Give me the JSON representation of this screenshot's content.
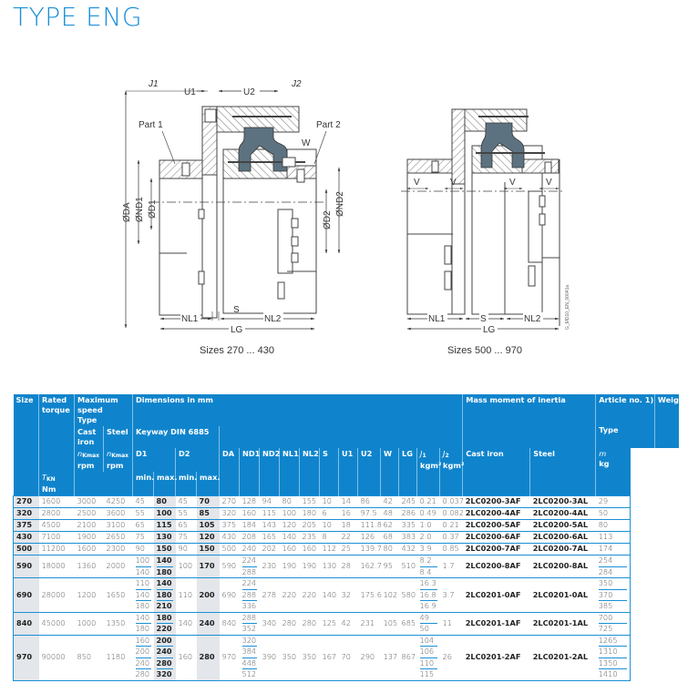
{
  "page": {
    "title": "TYPE ENG"
  },
  "drawing": {
    "left": {
      "caption": "Sizes 270 ... 430",
      "labels": {
        "j1": "J1",
        "j2": "J2",
        "u1": "U1",
        "u2": "U2",
        "w": "W",
        "part1": "Part 1",
        "part2": "Part 2",
        "da": "ØDA",
        "nd1": "ØND1",
        "d1": "ØD1",
        "d2": "ØD2",
        "nd2": "ØND2",
        "s": "S",
        "nl1": "NL1",
        "nl2": "NL2",
        "lg": "LG"
      }
    },
    "right": {
      "caption": "Sizes 500 ... 970",
      "labels": {
        "v": "V",
        "nl1": "NL1",
        "s": "S",
        "nl2": "NL2",
        "lg": "LG"
      },
      "drawing_id": "G_MD10_EN_00041a"
    }
  },
  "table": {
    "headers": {
      "size": "Size",
      "rated_torque": "Rated torque",
      "max_speed": "Maximum speed",
      "type": "Type",
      "cast_iron": "Cast iron",
      "steel": "Steel",
      "dimensions": "Dimensions in mm",
      "keyway": "Keyway DIN 6885",
      "mass_moment": "Mass moment of inertia",
      "article_no": "Article no. 1)",
      "article_type": "Type",
      "weight": "Weight",
      "tkn": "T",
      "tkn_sub": "KN",
      "nm": "Nm",
      "nkmax": "n",
      "nkmax_sub": "Kmax",
      "rpm": "rpm",
      "d1": "D1",
      "d2": "D2",
      "min": "min.",
      "max": "max.",
      "da": "DA",
      "nd1": "ND1",
      "nd2": "ND2",
      "nl1": "NL1",
      "nl2": "NL2",
      "s": "S",
      "u1": "U1",
      "u2": "U2",
      "w": "W",
      "lg": "LG",
      "j1": "J",
      "j1_sub": "1",
      "j2": "J",
      "j2_sub": "2",
      "kgm2": "kgm²",
      "art_cast": "Cast iron",
      "art_steel": "Steel",
      "m": "m",
      "kg": "kg"
    },
    "rows": [
      {
        "size": "270",
        "tkn": "1600",
        "n_cast": "3000",
        "n_steel": "4250",
        "d1min": [
          "45"
        ],
        "d1max": [
          "80"
        ],
        "d2min": "45",
        "d2max": "70",
        "da": "270",
        "nd1": [
          "128"
        ],
        "nd2": "94",
        "nl1": "80",
        "nl2": "155",
        "s": "10",
        "u1": "14",
        "u2": "86",
        "w": "42",
        "lg": "245",
        "j1": [
          "0.21"
        ],
        "j2": "0.037",
        "art_cast": "2LC0200-3AF",
        "art_steel": "2LC0200-3AL",
        "m": [
          "29"
        ]
      },
      {
        "size": "320",
        "tkn": "2800",
        "n_cast": "2500",
        "n_steel": "3600",
        "d1min": [
          "55"
        ],
        "d1max": [
          "100"
        ],
        "d2min": "55",
        "d2max": "85",
        "da": "320",
        "nd1": [
          "160"
        ],
        "nd2": "115",
        "nl1": "100",
        "nl2": "180",
        "s": "6",
        "u1": "16",
        "u2": "97.5",
        "w": "48",
        "lg": "286",
        "j1": [
          "0.49"
        ],
        "j2": "0.082",
        "art_cast": "2LC0200-4AF",
        "art_steel": "2LC0200-4AL",
        "m": [
          "50"
        ]
      },
      {
        "size": "375",
        "tkn": "4500",
        "n_cast": "2100",
        "n_steel": "3100",
        "d1min": [
          "65"
        ],
        "d1max": [
          "115"
        ],
        "d2min": "65",
        "d2max": "105",
        "da": "375",
        "nd1": [
          "184"
        ],
        "nd2": "143",
        "nl1": "120",
        "nl2": "205",
        "s": "10",
        "u1": "18",
        "u2": "111.8",
        "w": "62",
        "lg": "335",
        "j1": [
          "1.0"
        ],
        "j2": "0.21",
        "art_cast": "2LC0200-5AF",
        "art_steel": "2LC0200-5AL",
        "m": [
          "80"
        ]
      },
      {
        "size": "430",
        "tkn": "7100",
        "n_cast": "1900",
        "n_steel": "2650",
        "d1min": [
          "75"
        ],
        "d1max": [
          "130"
        ],
        "d2min": "75",
        "d2max": "120",
        "da": "430",
        "nd1": [
          "208"
        ],
        "nd2": "165",
        "nl1": "140",
        "nl2": "235",
        "s": "8",
        "u1": "22",
        "u2": "126",
        "w": "68",
        "lg": "383",
        "j1": [
          "2.0"
        ],
        "j2": "0.37",
        "art_cast": "2LC0200-6AF",
        "art_steel": "2LC0200-6AL",
        "m": [
          "113"
        ]
      },
      {
        "size": "500",
        "tkn": "11200",
        "n_cast": "1600",
        "n_steel": "2300",
        "d1min": [
          "90"
        ],
        "d1max": [
          "150"
        ],
        "d2min": "90",
        "d2max": "150",
        "da": "500",
        "nd1": [
          "240"
        ],
        "nd2": "202",
        "nl1": "160",
        "nl2": "160",
        "s": "112",
        "u1": "25",
        "u2": "139.7",
        "w": "80",
        "lg": "432",
        "j1": [
          "3.9"
        ],
        "j2": "0.85",
        "art_cast": "2LC0200-7AF",
        "art_steel": "2LC0200-7AL",
        "m": [
          "174"
        ]
      },
      {
        "size": "590",
        "tkn": "18000",
        "n_cast": "1360",
        "n_steel": "2000",
        "d1min": [
          "100",
          "140"
        ],
        "d1max": [
          "140",
          "180"
        ],
        "d2min": "100",
        "d2max": "170",
        "da": "590",
        "nd1": [
          "224",
          "288"
        ],
        "nd2": "230",
        "nl1": "190",
        "nl2": "190",
        "s": "130",
        "u1": "28",
        "u2": "162.7",
        "w": "95",
        "lg": "510",
        "j1": [
          "8.2",
          "8.4"
        ],
        "j2": "1.7",
        "art_cast": "2LC0200-8AF",
        "art_steel": "2LC0200-8AL",
        "m": [
          "254",
          "284"
        ]
      },
      {
        "size": "690",
        "tkn": "28000",
        "n_cast": "1200",
        "n_steel": "1650",
        "d1min": [
          "110",
          "140",
          "180"
        ],
        "d1max": [
          "140",
          "180",
          "210"
        ],
        "d2min": "110",
        "d2max": "200",
        "da": "690",
        "nd1": [
          "224",
          "288",
          "336"
        ],
        "nd2": "278",
        "nl1": "220",
        "nl2": "220",
        "s": "140",
        "u1": "32",
        "u2": "175.6",
        "w": "102",
        "lg": "580",
        "j1": [
          "16.3",
          "16.8",
          "16.9"
        ],
        "j2": "3.7",
        "art_cast": "2LC0201-0AF",
        "art_steel": "2LC0201-0AL",
        "m": [
          "350",
          "370",
          "385"
        ]
      },
      {
        "size": "840",
        "tkn": "45000",
        "n_cast": "1000",
        "n_steel": "1350",
        "d1min": [
          "140",
          "180"
        ],
        "d1max": [
          "180",
          "220"
        ],
        "d2min": "140",
        "d2max": "240",
        "da": "840",
        "nd1": [
          "288",
          "352"
        ],
        "nd2": "340",
        "nl1": "280",
        "nl2": "280",
        "s": "125",
        "u1": "42",
        "u2": "231",
        "w": "105",
        "lg": "685",
        "j1": [
          "49",
          "50"
        ],
        "j2": "11",
        "art_cast": "2LC0201-1AF",
        "art_steel": "2LC0201-1AL",
        "m": [
          "700",
          "725"
        ]
      },
      {
        "size": "970",
        "tkn": "90000",
        "n_cast": "850",
        "n_steel": "1180",
        "d1min": [
          "160",
          "200",
          "240",
          "280"
        ],
        "d1max": [
          "200",
          "240",
          "280",
          "320"
        ],
        "d2min": "160",
        "d2max": "280",
        "da": "970",
        "nd1": [
          "320",
          "384",
          "448",
          "512"
        ],
        "nd2": "390",
        "nl1": "350",
        "nl2": "350",
        "s": "167",
        "u1": "70",
        "u2": "290",
        "w": "137",
        "lg": "867",
        "j1": [
          "104",
          "106",
          "110",
          "115"
        ],
        "j2": "26",
        "art_cast": "2LC0201-2AF",
        "art_steel": "2LC0201-2AL",
        "m": [
          "1265",
          "1310",
          "1350",
          "1410"
        ]
      }
    ]
  }
}
